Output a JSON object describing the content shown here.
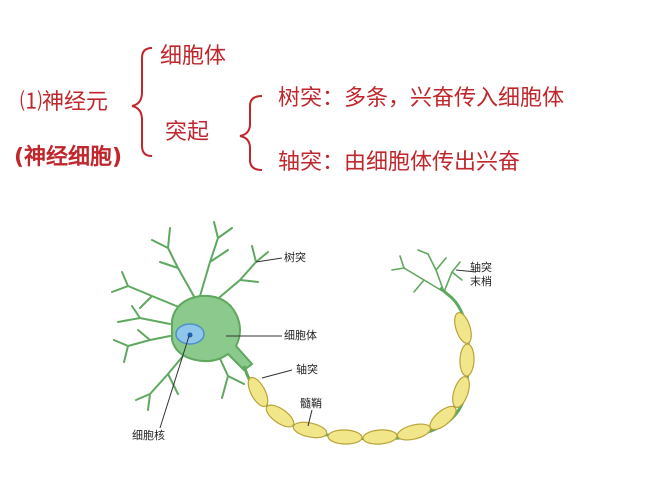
{
  "outline": {
    "heading_line1": "⑴神经元",
    "heading_line2": "(神经细胞)",
    "branch_cell_body": "细胞体",
    "branch_processes": "突起",
    "dendrite_line": "树突：多条，兴奋传入细胞体",
    "axon_line": "轴突：由细胞体传出兴奋"
  },
  "figure_labels": {
    "dendrite": "树突",
    "axon_terminal_line1": "轴突",
    "axon_terminal_line2": "末梢",
    "cell_body": "细胞体",
    "axon": "轴突",
    "myelin_sheath": "髓鞘",
    "nucleus": "细胞核"
  },
  "colors": {
    "text_accent": "#c0272d",
    "neuron_green": "#5fa85f",
    "nucleus_blue": "#8fc6ea",
    "myelin_yellow": "#f2e68a"
  }
}
